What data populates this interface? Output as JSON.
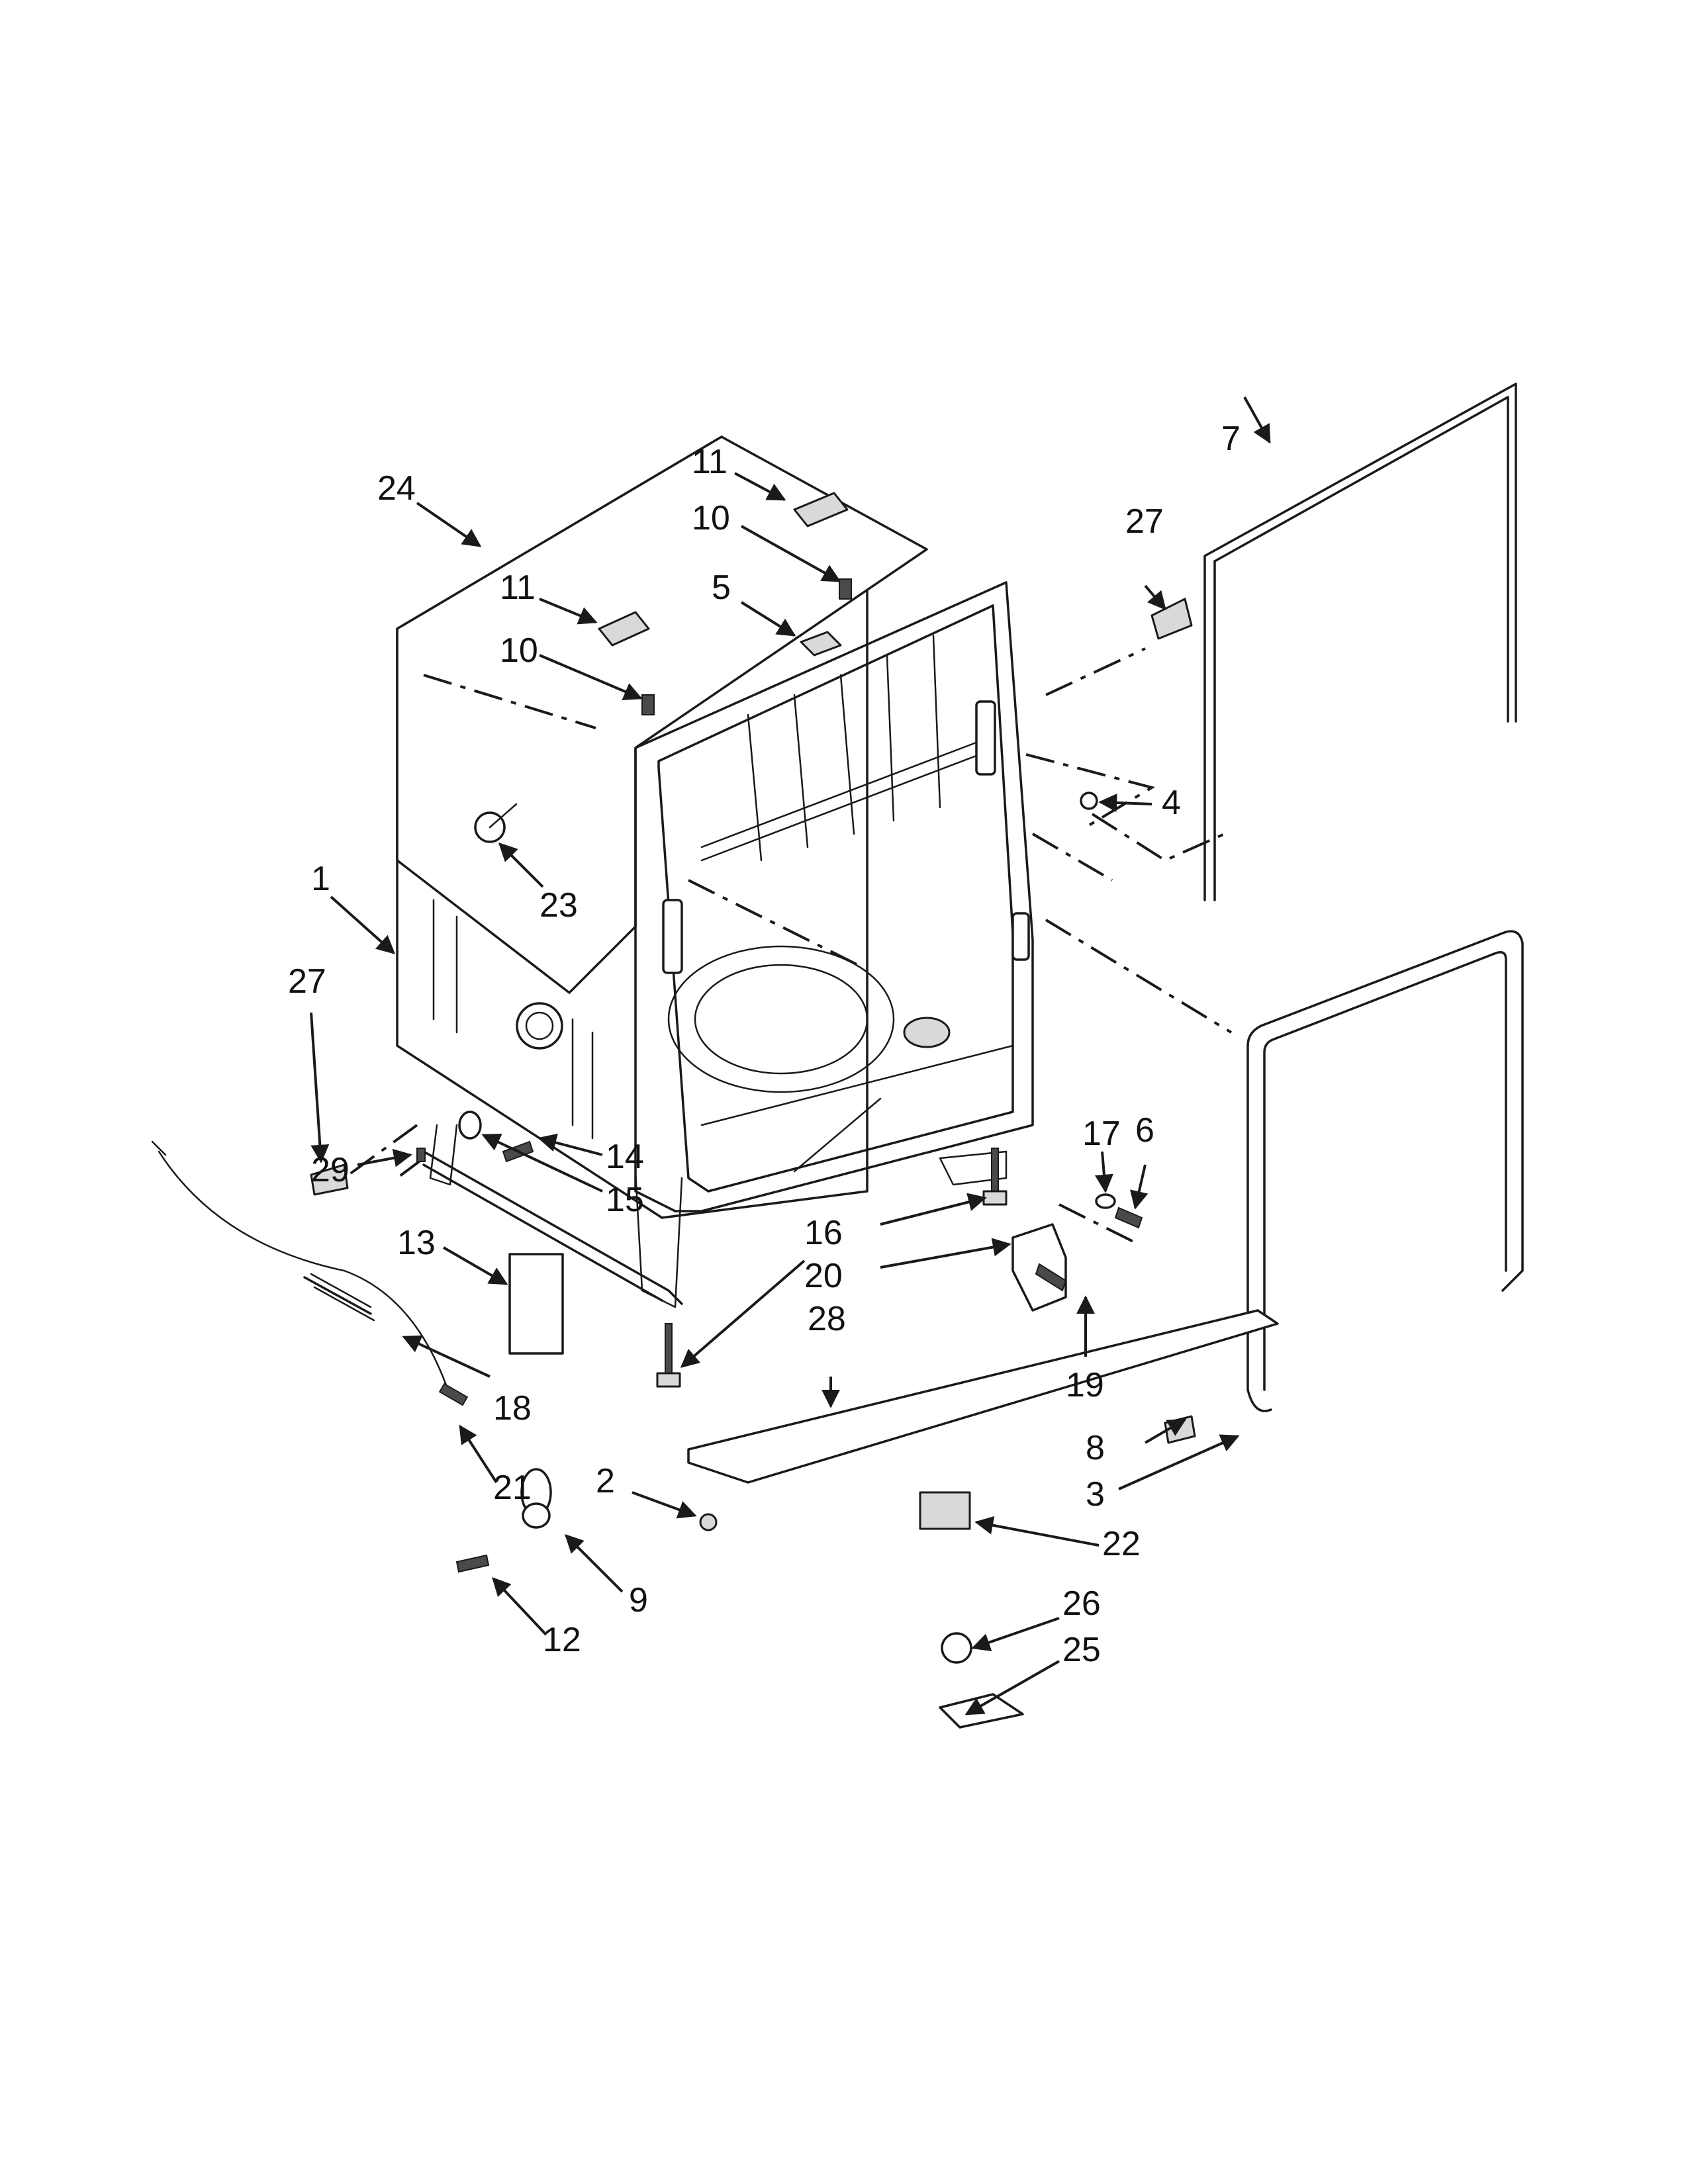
{
  "callouts": {
    "c1": "1",
    "c2": "2",
    "c3": "3",
    "c4": "4",
    "c5": "5",
    "c6": "6",
    "c7": "7",
    "c8": "8",
    "c9": "9",
    "c10a": "10",
    "c10b": "10",
    "c11a": "11",
    "c11b": "11",
    "c12": "12",
    "c13": "13",
    "c14": "14",
    "c15": "15",
    "c16": "16",
    "c17": "17",
    "c18": "18",
    "c19": "19",
    "c20": "20",
    "c21": "21",
    "c22": "22",
    "c23": "23",
    "c24": "24",
    "c25": "25",
    "c26": "26",
    "c27a": "27",
    "c27b": "27",
    "c28": "28",
    "c29": "29"
  }
}
